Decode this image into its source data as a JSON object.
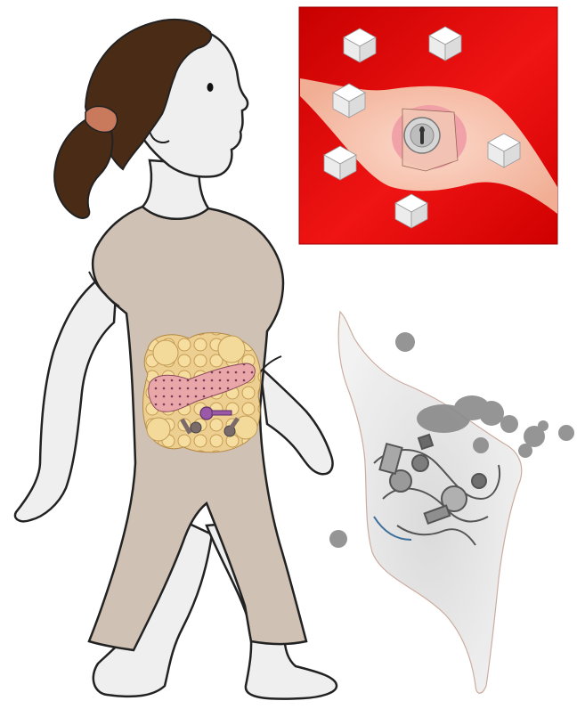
{
  "figure": {
    "caption": "",
    "panels": {
      "person": "walking-girl-illustration",
      "inset": "red-inset-cell-with-sugar-cubes-and-lock",
      "cloud": "grey-smoke-cloud-with-tangled-machinery"
    }
  },
  "colors": {
    "background": "#ffffff",
    "hair": "#4a2b16",
    "hair_tie": "#c97a5c",
    "skin": "#efefef",
    "outline": "#222222",
    "body_suit": "#cfc1b3",
    "fat_tissue": "#e8c88a",
    "pancreas": "#e7a6a8",
    "inset_red": "#e60d0d",
    "cell": "#f6c8b0",
    "nucleus": "#ef9aa5",
    "lock": "#bfbfbf",
    "smoke": "#9b9b9b",
    "cloud_fill": "#e7e7e7",
    "machinery": "#6e6e6e"
  }
}
